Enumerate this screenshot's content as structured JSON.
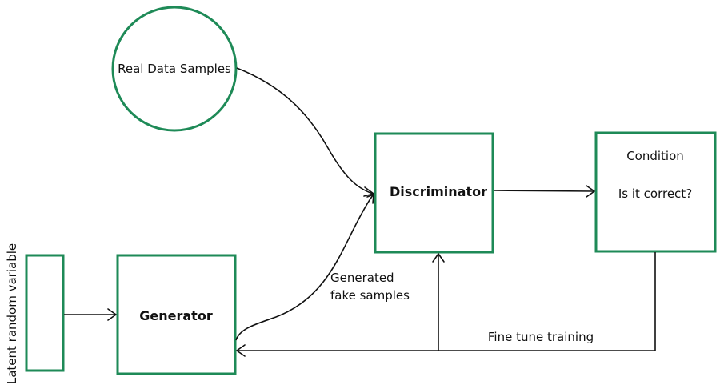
{
  "diagram": {
    "title": "GAN architecture",
    "colors": {
      "node_border": "#1e8a57",
      "edge": "#111111",
      "text": "#111111",
      "background": "#ffffff"
    },
    "nodes": {
      "real_data": {
        "label": "Real Data Samples",
        "shape": "circle"
      },
      "latent": {
        "label": "Latent random variable",
        "shape": "rectangle"
      },
      "generator": {
        "label": "Generator",
        "shape": "rectangle"
      },
      "discriminator": {
        "label": "Discriminator",
        "shape": "rectangle"
      },
      "condition": {
        "title": "Condition",
        "question": "Is it correct?",
        "shape": "rectangle"
      }
    },
    "edges": {
      "generated_line1": "Generated",
      "generated_line2": "fake samples",
      "fine_tune": "Fine tune training"
    }
  }
}
